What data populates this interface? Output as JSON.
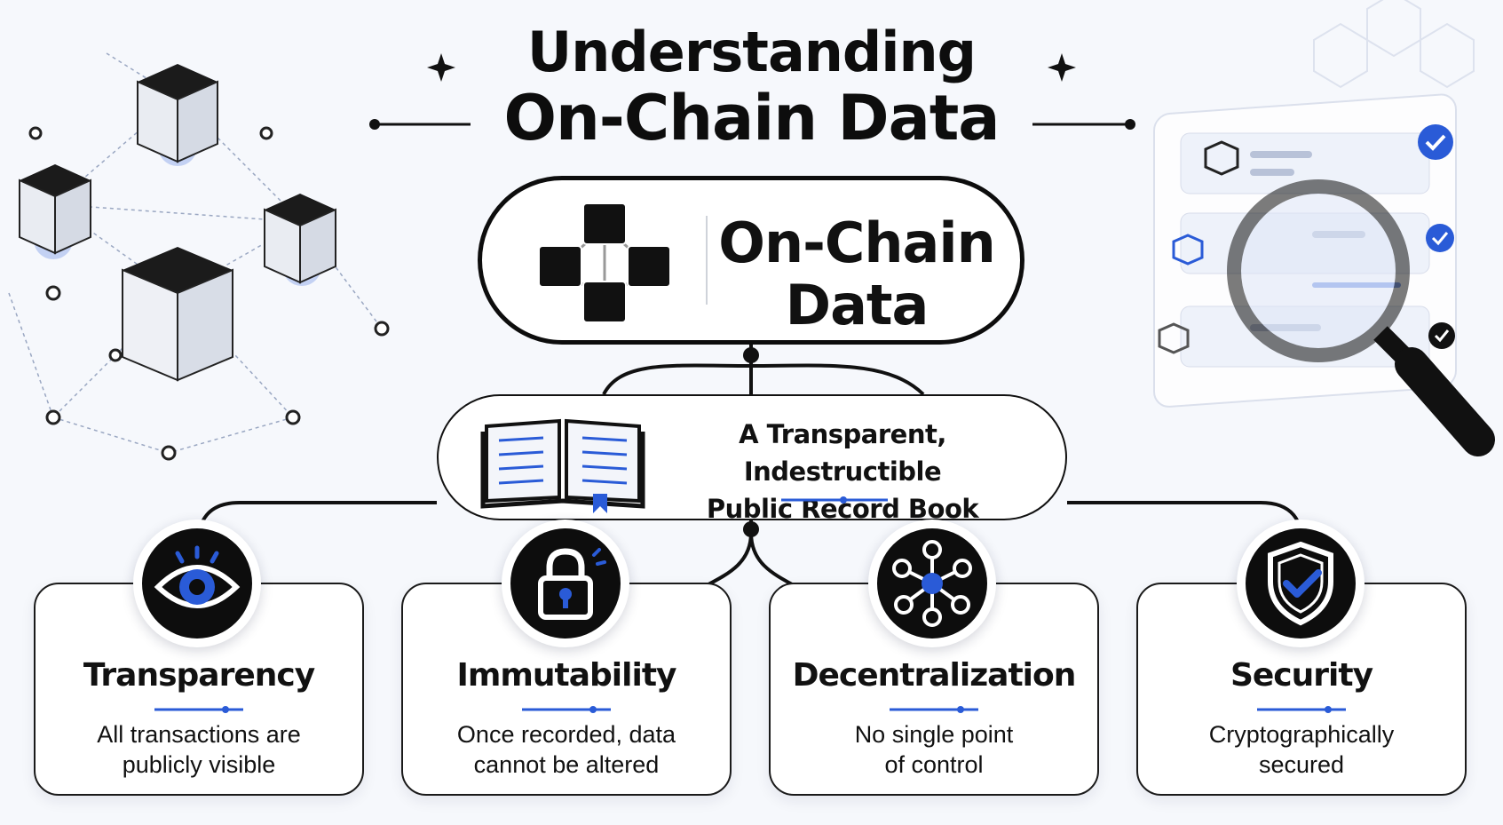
{
  "title": {
    "line1": "Understanding",
    "line2": "On-Chain Data"
  },
  "hub": {
    "label_line1": "On-Chain",
    "label_line2": "Data",
    "icon": "blockchain-cubes-icon"
  },
  "definition": {
    "line1": "A Transparent, Indestructible",
    "line2": "Public Record Book",
    "icon": "open-book-icon"
  },
  "properties": [
    {
      "title": "Transparency",
      "desc_line1": "All transactions are",
      "desc_line2": "publicly visible",
      "icon": "eye-icon"
    },
    {
      "title": "Immutability",
      "desc_line1": "Once recorded, data",
      "desc_line2": "cannot be altered",
      "icon": "padlock-icon"
    },
    {
      "title": "Decentralization",
      "desc_line1": "No single point",
      "desc_line2": "of control",
      "icon": "network-node-icon"
    },
    {
      "title": "Security",
      "desc_line1": "Cryptographically",
      "desc_line2": "secured",
      "icon": "shield-check-icon"
    }
  ],
  "colors": {
    "accent": "#2a5bd7",
    "ink": "#0d0d0d",
    "background": "#f6f8fc"
  }
}
